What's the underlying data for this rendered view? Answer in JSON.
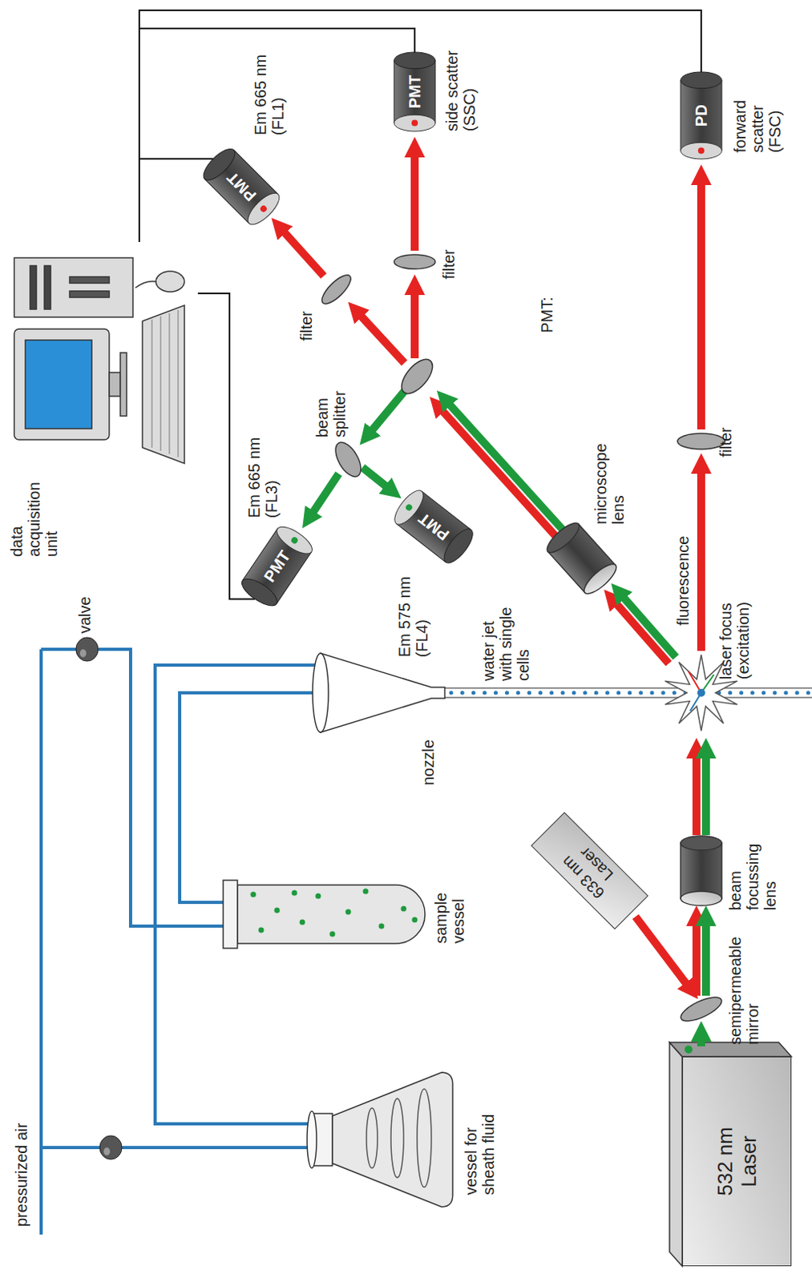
{
  "diagram": {
    "nodes": [
      {
        "text": [
          "532 nm",
          "Laser"
        ]
      },
      {
        "text": [
          "633 nm",
          "Laser"
        ]
      },
      {
        "text": [
          "PMT"
        ]
      },
      {
        "text": [
          "PMT"
        ]
      },
      {
        "text": [
          "PMT"
        ]
      },
      {
        "text": [
          "PMT"
        ]
      },
      {
        "text": [
          "PD"
        ]
      },
      {
        "text": [
          "data acquisition unit"
        ]
      }
    ],
    "edges": [
      {
        "from": 2,
        "to": 7,
        "arrow": "none"
      },
      {
        "from": 4,
        "to": 7,
        "arrow": "none"
      },
      {
        "from": 5,
        "to": 7,
        "arrow": "none"
      },
      {
        "from": 6,
        "to": 7,
        "arrow": "none"
      }
    ],
    "labels": [
      "pressurized air",
      "valve",
      "vessel for sheath fluid",
      "sample vessel",
      "nozzle",
      "water jet with single cells",
      "laser focus (excitation)",
      "semipermeable mirror",
      "beam focussing lens",
      "fluorescence",
      "filter",
      "forward scatter (FSC)",
      "microscope lens",
      "beam splitter",
      "Em 665 nm (FL3)",
      "Em 575 nm (FL4)",
      "filter",
      "Em 665 nm (FL1)",
      "filter",
      "side scatter (SSC)",
      "PMT:"
    ]
  }
}
